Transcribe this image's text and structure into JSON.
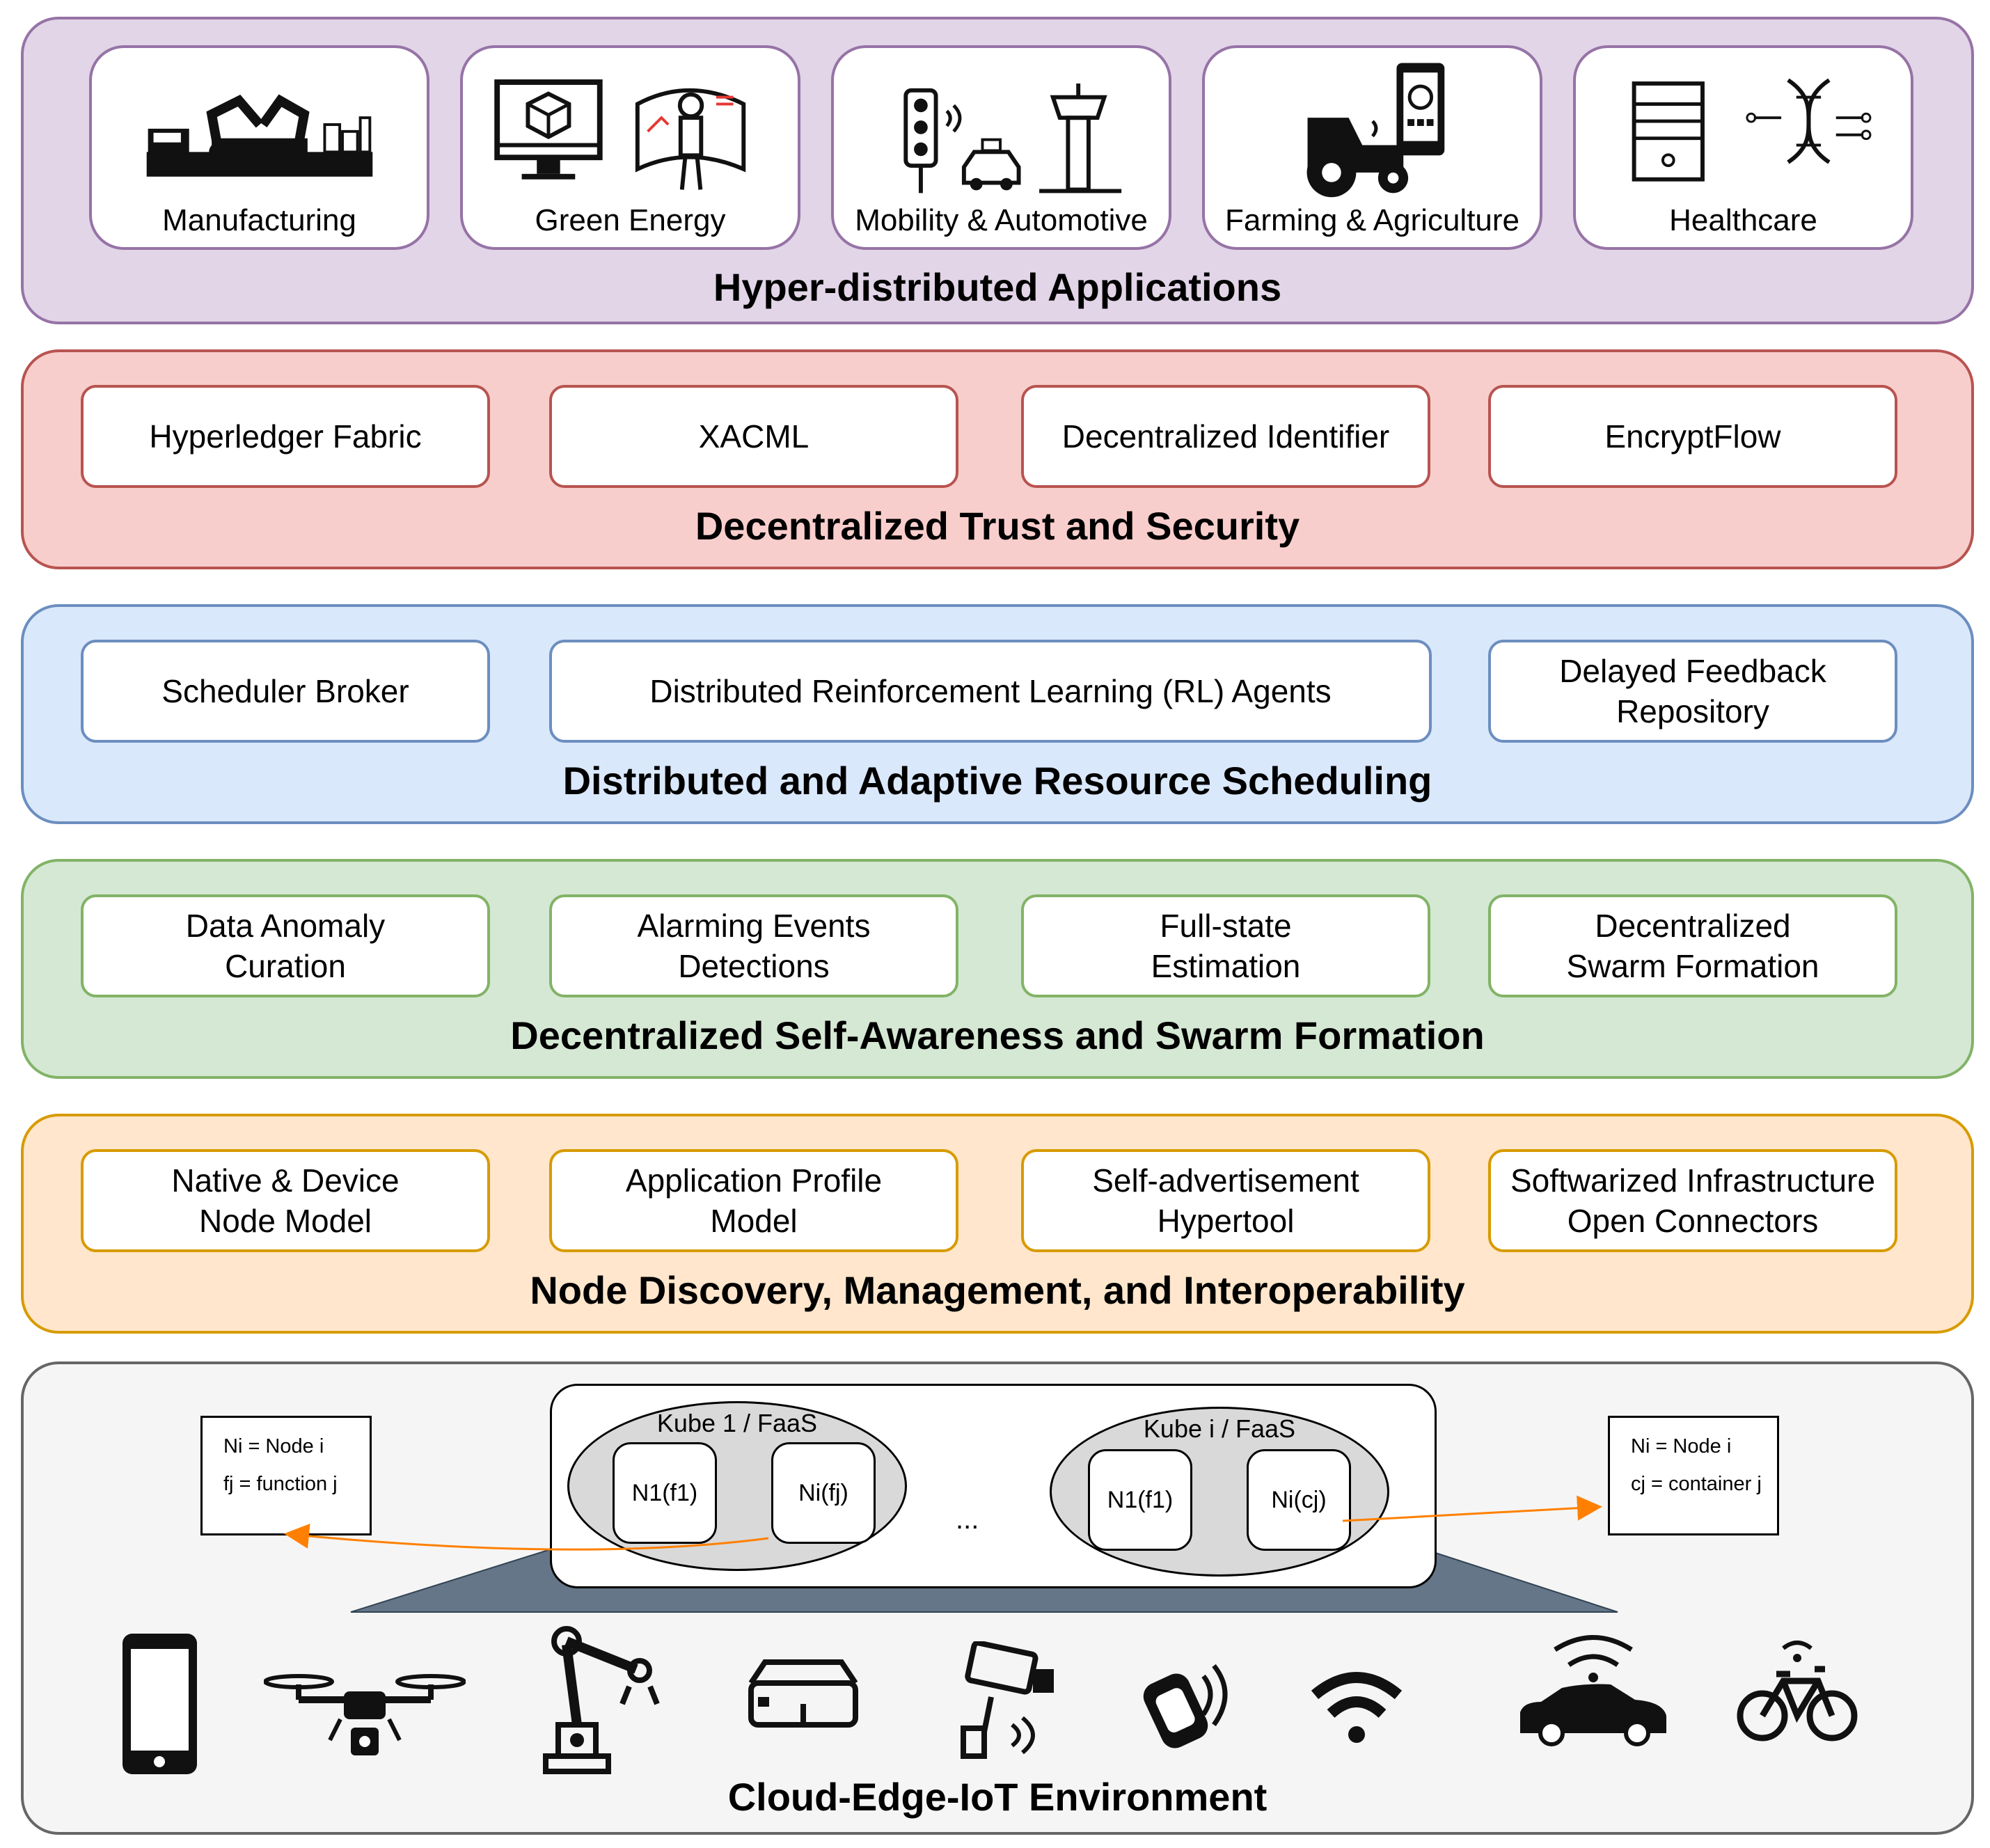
{
  "applications": {
    "title": "Hyper-distributed Applications",
    "items": [
      {
        "label": "Manufacturing",
        "icons": [
          "factory-robot-arms-icon"
        ]
      },
      {
        "label": "Green Energy",
        "icons": [
          "monitor-cube-icon",
          "engineer-dashboard-icon"
        ]
      },
      {
        "label": "Mobility & Automotive",
        "icons": [
          "traffic-light-icon",
          "car-icon",
          "control-tower-icon"
        ]
      },
      {
        "label": "Farming & Agriculture",
        "icons": [
          "tractor-icon",
          "smartphone-control-icon"
        ]
      },
      {
        "label": "Healthcare",
        "icons": [
          "server-icon",
          "dna-icon"
        ]
      }
    ],
    "fill": "#e1d5e7",
    "stroke": "#9673a6"
  },
  "trust": {
    "title": "Decentralized Trust and Security",
    "items": [
      "Hyperledger Fabric",
      "XACML",
      "Decentralized Identifier",
      "EncryptFlow"
    ],
    "fill": "#f8cecc",
    "stroke": "#b85450"
  },
  "scheduling": {
    "title": "Distributed and Adaptive Resource Scheduling",
    "items": [
      "Scheduler Broker",
      "Distributed Reinforcement Learning (RL) Agents",
      "Delayed Feedback Repository"
    ],
    "fill": "#dae8fc",
    "stroke": "#6c8ebf"
  },
  "awareness": {
    "title": "Decentralized Self-Awareness and Swarm Formation",
    "items": [
      "Data Anomaly Curation",
      "Alarming Events Detections",
      "Full-state Estimation",
      "Decentralized Swarm Formation"
    ],
    "fill": "#d5e8d4",
    "stroke": "#82b366"
  },
  "discovery": {
    "title": "Node Discovery, Management, and Interoperability",
    "items": [
      "Native & Device Node Model",
      "Application Profile Model",
      "Self-advertisement Hypertool",
      "Softwarized Infrastructure Open Connectors"
    ],
    "fill": "#ffe6cc",
    "stroke": "#d79b00"
  },
  "environment": {
    "title": "Cloud-Edge-IoT Environment",
    "fill": "#f5f5f5",
    "stroke": "#666666",
    "legend_left": [
      "Ni = Node i",
      "fj = function j"
    ],
    "legend_right": [
      "Ni = Node i",
      "cj = container j"
    ],
    "cluster1": {
      "label": "Kube 1 / FaaS",
      "nodes": [
        "N1(f1)",
        "Ni(fj)"
      ]
    },
    "cluster2": {
      "label": "Kube i / FaaS",
      "nodes": [
        "N1(f1)",
        "Ni(cj)"
      ]
    },
    "ellipsis": "...",
    "devices": [
      "smartphone-icon",
      "drone-icon",
      "robot-arm-icon",
      "smart-glasses-icon",
      "security-camera-icon",
      "smartwatch-icon",
      "wifi-icon",
      "connected-car-icon",
      "connected-bicycle-icon"
    ],
    "arrow_color": "#ff8000"
  }
}
